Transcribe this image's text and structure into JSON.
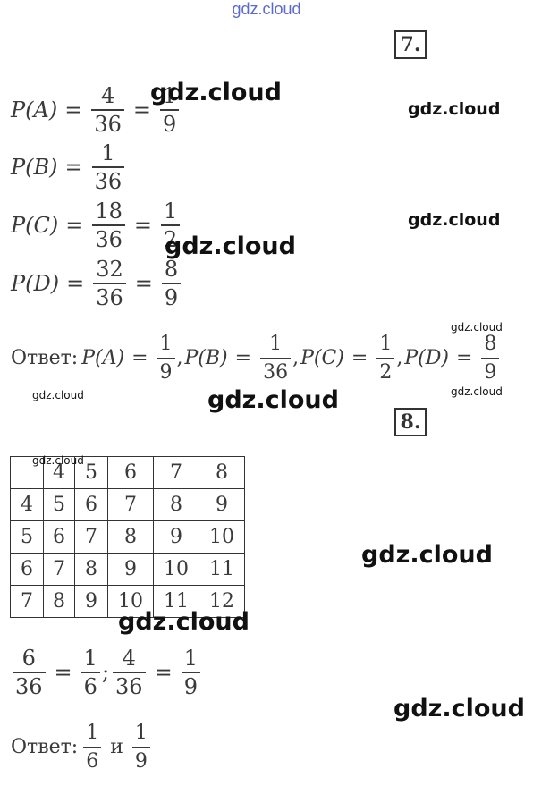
{
  "watermark": "gdz.cloud",
  "task7": {
    "number": "7.",
    "equations": [
      {
        "lhs": "P(A)",
        "num1": "4",
        "den1": "36",
        "num2": "1",
        "den2": "9"
      },
      {
        "lhs": "P(B)",
        "num1": "1",
        "den1": "36"
      },
      {
        "lhs": "P(C)",
        "num1": "18",
        "den1": "36",
        "num2": "1",
        "den2": "2"
      },
      {
        "lhs": "P(D)",
        "num1": "32",
        "den1": "36",
        "num2": "8",
        "den2": "9"
      }
    ],
    "answer": {
      "label": "Ответ:",
      "items": [
        {
          "lhs": "P(A)",
          "num": "1",
          "den": "9"
        },
        {
          "lhs": "P(B)",
          "num": "1",
          "den": "36"
        },
        {
          "lhs": "P(C)",
          "num": "1",
          "den": "2"
        },
        {
          "lhs": "P(D)",
          "num": "8",
          "den": "9"
        }
      ]
    }
  },
  "task8": {
    "number": "8.",
    "table": {
      "header": [
        "",
        "4",
        "5",
        "6",
        "7",
        "8"
      ],
      "rows": [
        [
          "4",
          "5",
          "6",
          "7",
          "8",
          "9"
        ],
        [
          "5",
          "6",
          "7",
          "8",
          "9",
          "10"
        ],
        [
          "6",
          "7",
          "8",
          "9",
          "10",
          "11"
        ],
        [
          "7",
          "8",
          "9",
          "10",
          "11",
          "12"
        ]
      ]
    },
    "fractions": {
      "n1": "6",
      "d1": "36",
      "n2": "1",
      "d2": "6",
      "n3": "4",
      "d3": "36",
      "n4": "1",
      "d4": "9"
    },
    "answer": {
      "label": "Ответ:",
      "n1": "1",
      "d1": "6",
      "conj": "и",
      "n2": "1",
      "d2": "9"
    }
  }
}
